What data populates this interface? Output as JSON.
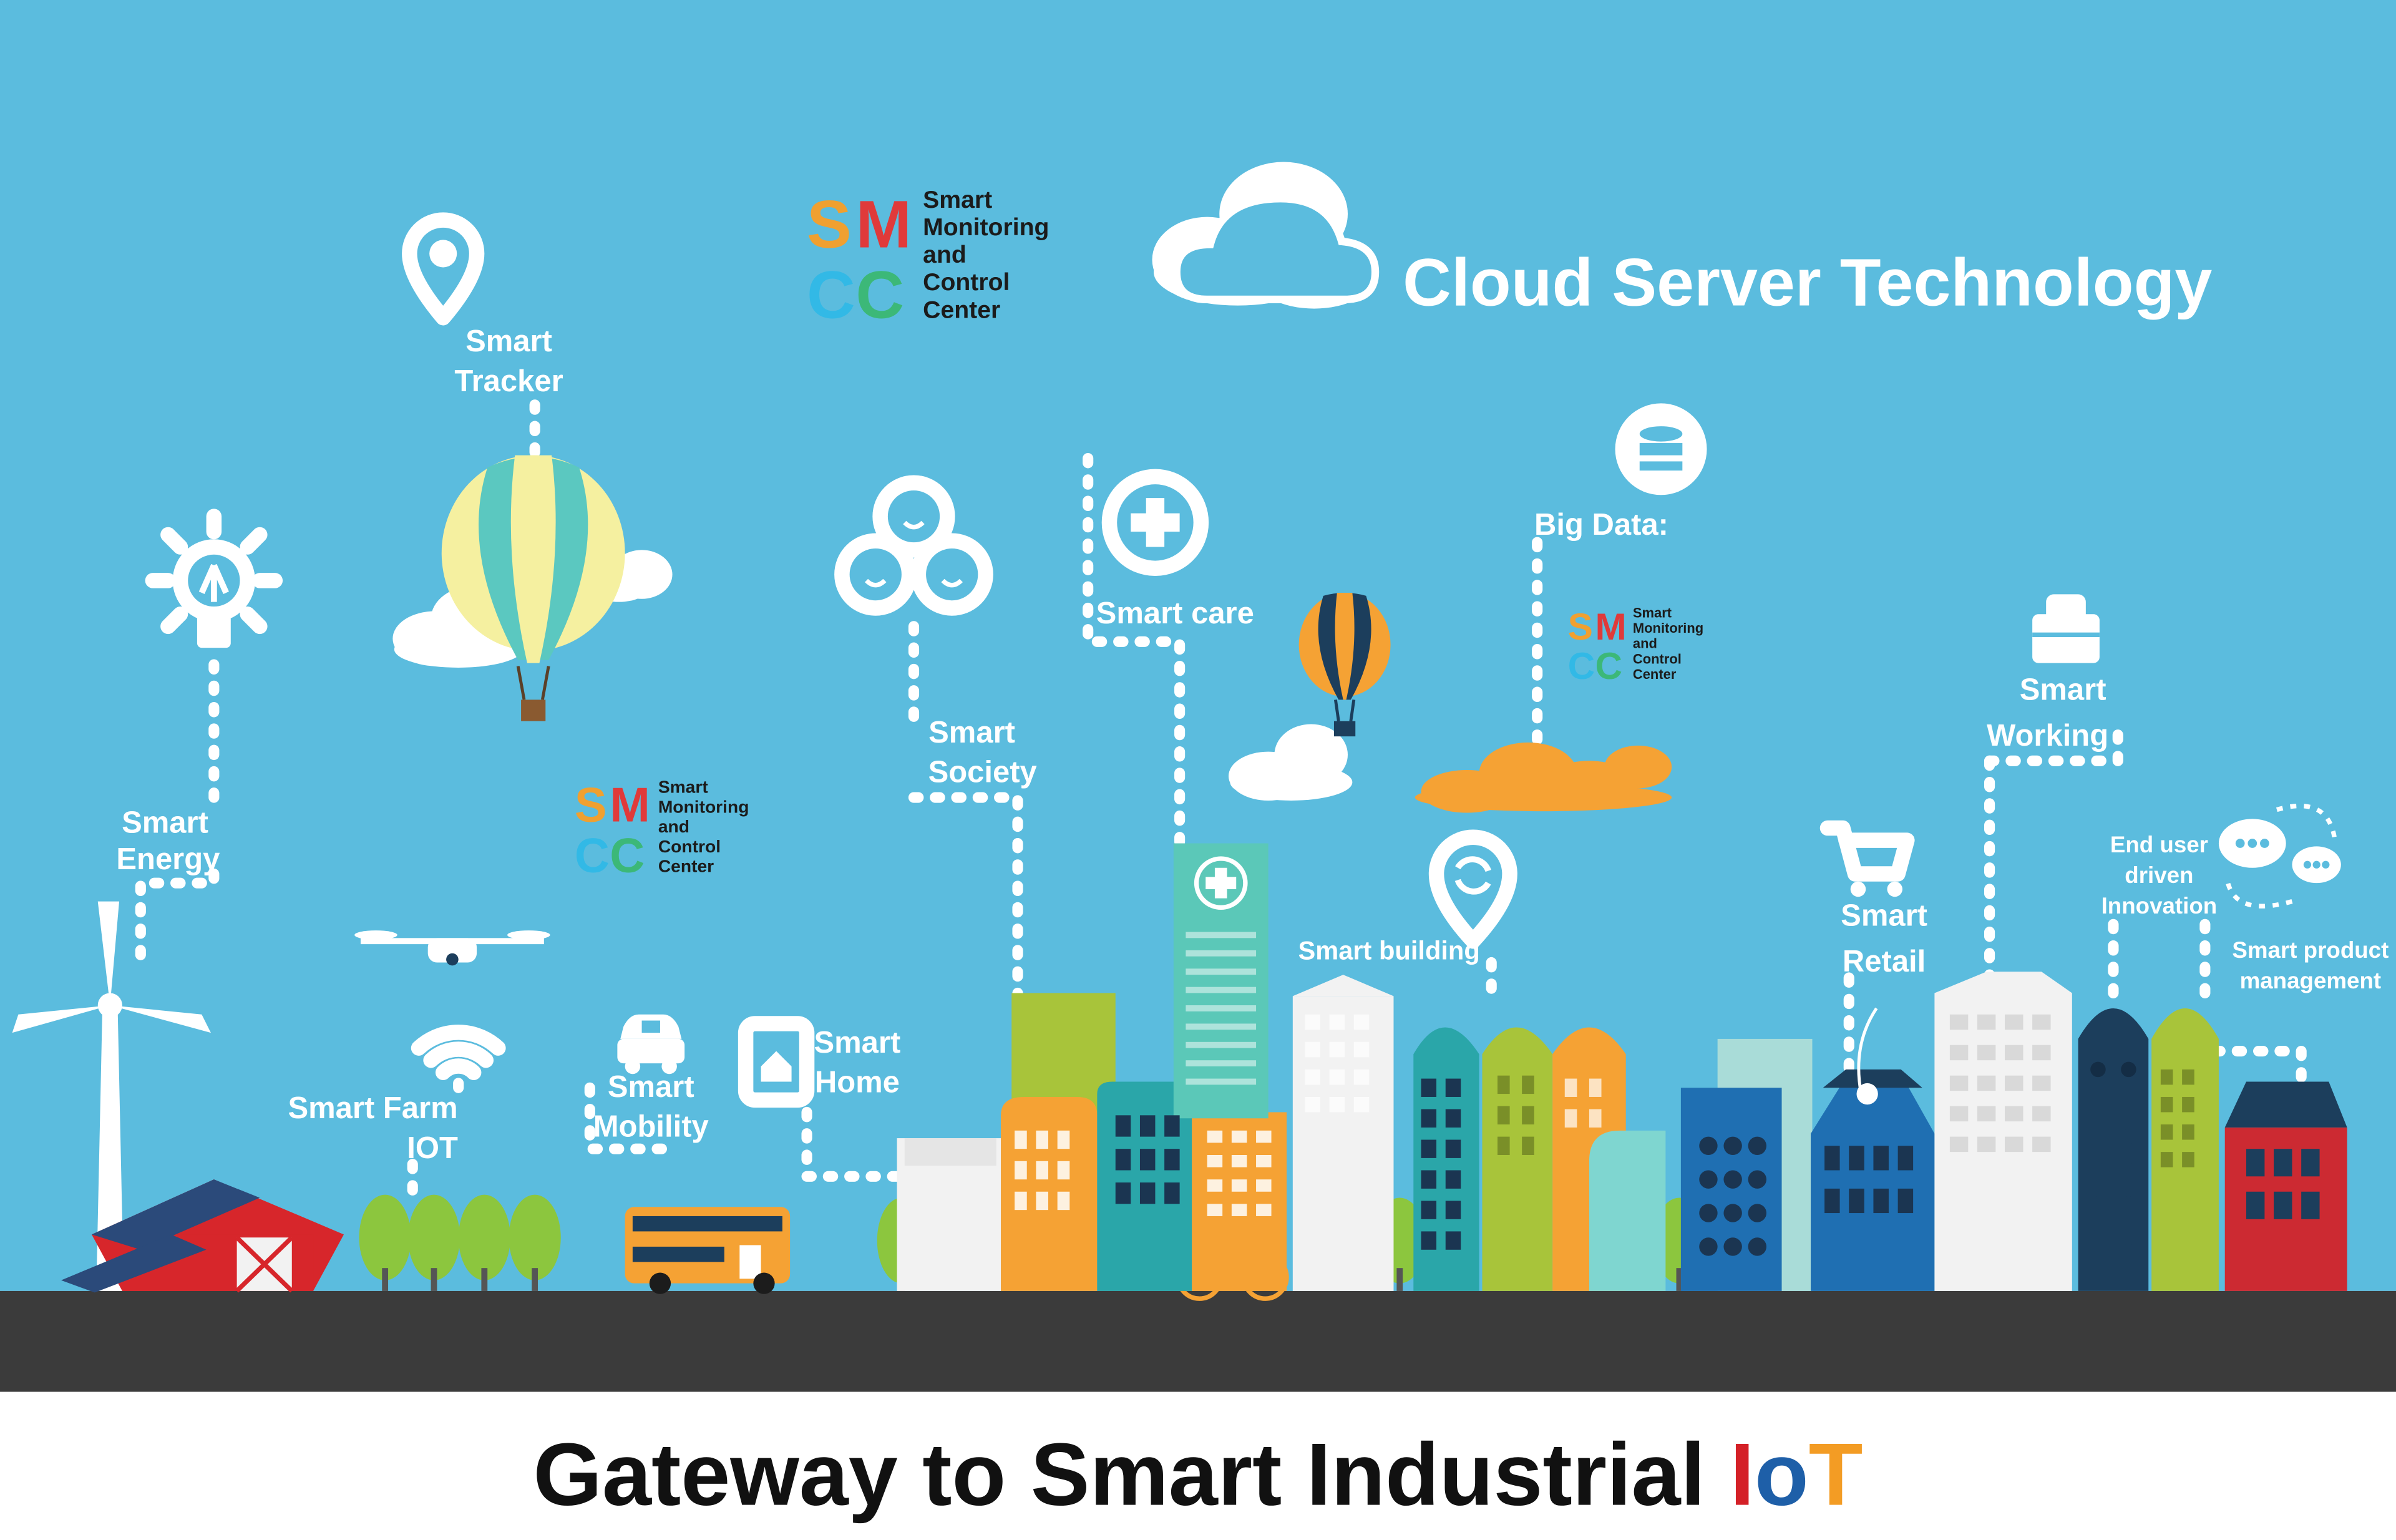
{
  "headline": {
    "title": "Cloud Server Technology"
  },
  "smmc_logo": {
    "letters": [
      "S",
      "M",
      "C",
      "C"
    ],
    "letter_colors": [
      "#f0a030",
      "#e03a3a",
      "#32b9e6",
      "#3cb878"
    ],
    "lines": [
      "Smart",
      "Monitoring",
      "and",
      "Control",
      "Center"
    ]
  },
  "labels": {
    "smart_tracker": [
      "Smart",
      "Tracker"
    ],
    "smart_energy": [
      "Smart",
      "Energy"
    ],
    "smart_farm": [
      "Smart Farm",
      "IOT"
    ],
    "smart_mobility": [
      "Smart",
      "Mobility"
    ],
    "smart_home": [
      "Smart",
      "Home"
    ],
    "smart_society": [
      "Smart",
      "Society"
    ],
    "smart_care": "Smart care",
    "big_data": "Big Data:",
    "smart_building": "Smart building",
    "smart_retail": [
      "Smart",
      "Retail"
    ],
    "smart_working": [
      "Smart",
      "Working"
    ],
    "end_user_innovation": [
      "End user",
      "driven",
      "Innovation"
    ],
    "smart_product_management": [
      "Smart product",
      "management"
    ]
  },
  "footer": {
    "text_main": "Gateway to Smart Industrial ",
    "iot_letters": [
      "I",
      "o",
      "T"
    ],
    "iot_colors": [
      "#d42027",
      "#1e5fa8",
      "#f39c24"
    ]
  },
  "icons": [
    "map-pin-icon",
    "lightbulb-icon",
    "wifi-icon",
    "car-icon",
    "house-icon",
    "people-group-icon",
    "medical-cross-icon",
    "database-icon",
    "refresh-pin-icon",
    "shopping-cart-icon",
    "briefcase-icon",
    "chat-bubbles-icon",
    "cloud-icon",
    "hot-air-balloon-icon",
    "drone-icon",
    "bus-icon",
    "bicycle-icon",
    "wind-turbine-icon"
  ],
  "colors": {
    "sky": "#5bbcde",
    "road": "#3b3b3b",
    "footer_bg": "#ffffff",
    "orange": "#f5a234",
    "teal": "#2aa6a9",
    "lime": "#a8c43a",
    "navy": "#1c3e5c",
    "blue": "#1f6fb2",
    "red": "#cc2a32"
  }
}
